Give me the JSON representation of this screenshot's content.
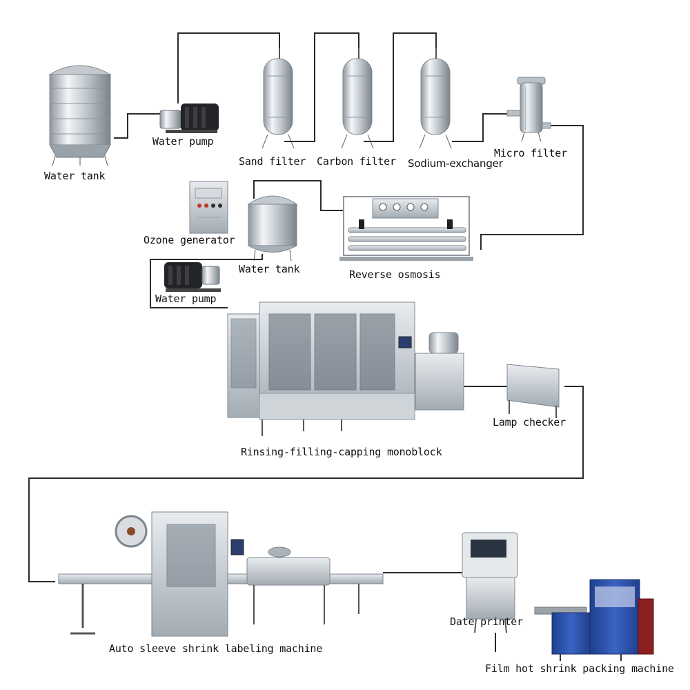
{
  "diagram": {
    "labels": {
      "water_tank_1": "Water tank",
      "water_pump_1": "Water pump",
      "sand_filter": "Sand filter",
      "carbon_filter": "Carbon filter",
      "sodium_exchanger": "Sodium-exchanger",
      "micro_filter": "Micro filter",
      "ozone_generator": "Ozone generator",
      "water_tank_2": "Water tank",
      "reverse_osmosis": "Reverse osmosis",
      "water_pump_2": "Water pump",
      "monoblock": "Rinsing-filling-capping monoblock",
      "lamp_checker": "Lamp checker",
      "sleeve_labeling": "Auto sleeve shrink labeling machine",
      "date_printer": "Date printer",
      "film_packing": "Film hot shrink packing machine"
    },
    "colors": {
      "pipe": "#2a2a2a",
      "steel_light": "#eceff2",
      "steel_mid": "#b9c0c7",
      "steel_dark": "#7d868f",
      "pump_dark": "#1e1f22",
      "machine_blue": "#2b4fa8",
      "panel_blue": "#3a63c4"
    }
  }
}
